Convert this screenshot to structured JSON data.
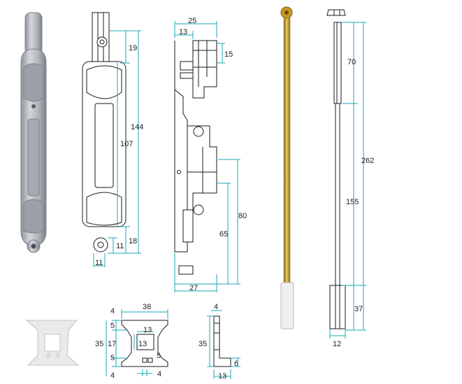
{
  "colors": {
    "dimension_line": "#1aa7b8",
    "outline": "#1a1a1a",
    "metal": "#b8bcc2",
    "brass": "#c8a23c",
    "plastic": "#eeeeee"
  },
  "flush_bolt_front": {
    "dims": {
      "total": "144",
      "top": "19",
      "slot": "107",
      "bottom": "18",
      "width": "11",
      "hole": "11"
    }
  },
  "flush_bolt_side": {
    "dims": {
      "width_top": "25",
      "offset": "13",
      "tab": "15",
      "depth_a": "80",
      "depth_b": "65",
      "width_bottom": "27"
    }
  },
  "rod": {
    "dims": {
      "upper": "70",
      "total": "262",
      "middle": "155",
      "lower": "37",
      "width": "12"
    }
  },
  "guide_front": {
    "dims": {
      "width": "38",
      "inner_w": "13",
      "inner_h": "13",
      "height": "35",
      "mid": "17",
      "top_a": "4",
      "top_b": "5",
      "bot_a": "5",
      "bot_b": "4",
      "slot": "4",
      "lip": "5"
    }
  },
  "guide_side": {
    "dims": {
      "top": "4",
      "height": "35",
      "lip": "6",
      "width": "13"
    }
  }
}
